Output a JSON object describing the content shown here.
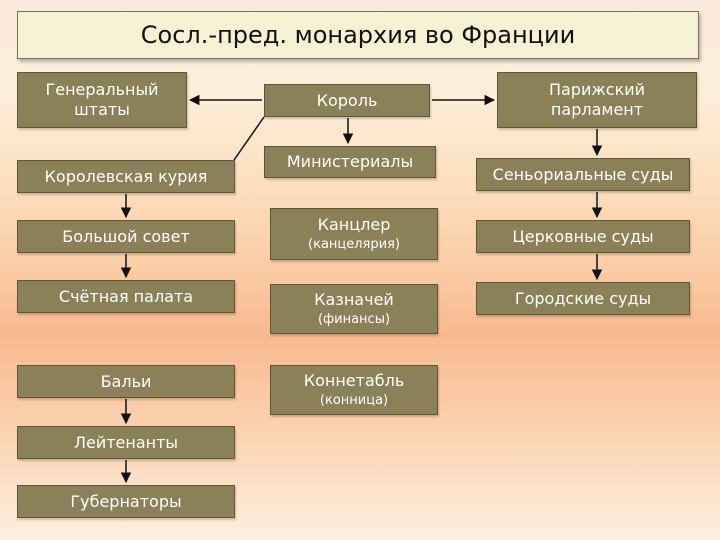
{
  "title": "Сосл.-пред. монархия во Франции",
  "left": {
    "estates": [
      "Генеральный",
      "штаты"
    ],
    "curia": "Королевская курия",
    "council": "Большой совет",
    "accounts": "Счётная палата",
    "bailli": "Бальи",
    "lieutenants": "Лейтенанты",
    "governors": "Губернаторы"
  },
  "center": {
    "king": "Король",
    "ministerials": "Министериалы",
    "chancellor": "Канцлер",
    "chancellor_sub": "(канцелярия)",
    "treasurer": "Казначей",
    "treasurer_sub": "(финансы)",
    "constable": "Коннетабль",
    "constable_sub": "(конница)"
  },
  "right": {
    "parliament": [
      "Парижский",
      "парламент"
    ],
    "seigneurial": "Сеньориальные суды",
    "church": "Церковные суды",
    "city": "Городские суды"
  },
  "colors": {
    "box_fill": "#8b8159",
    "box_text": "#ffffff",
    "title_fill": "#f7f1d4",
    "arrow": "#111111"
  }
}
